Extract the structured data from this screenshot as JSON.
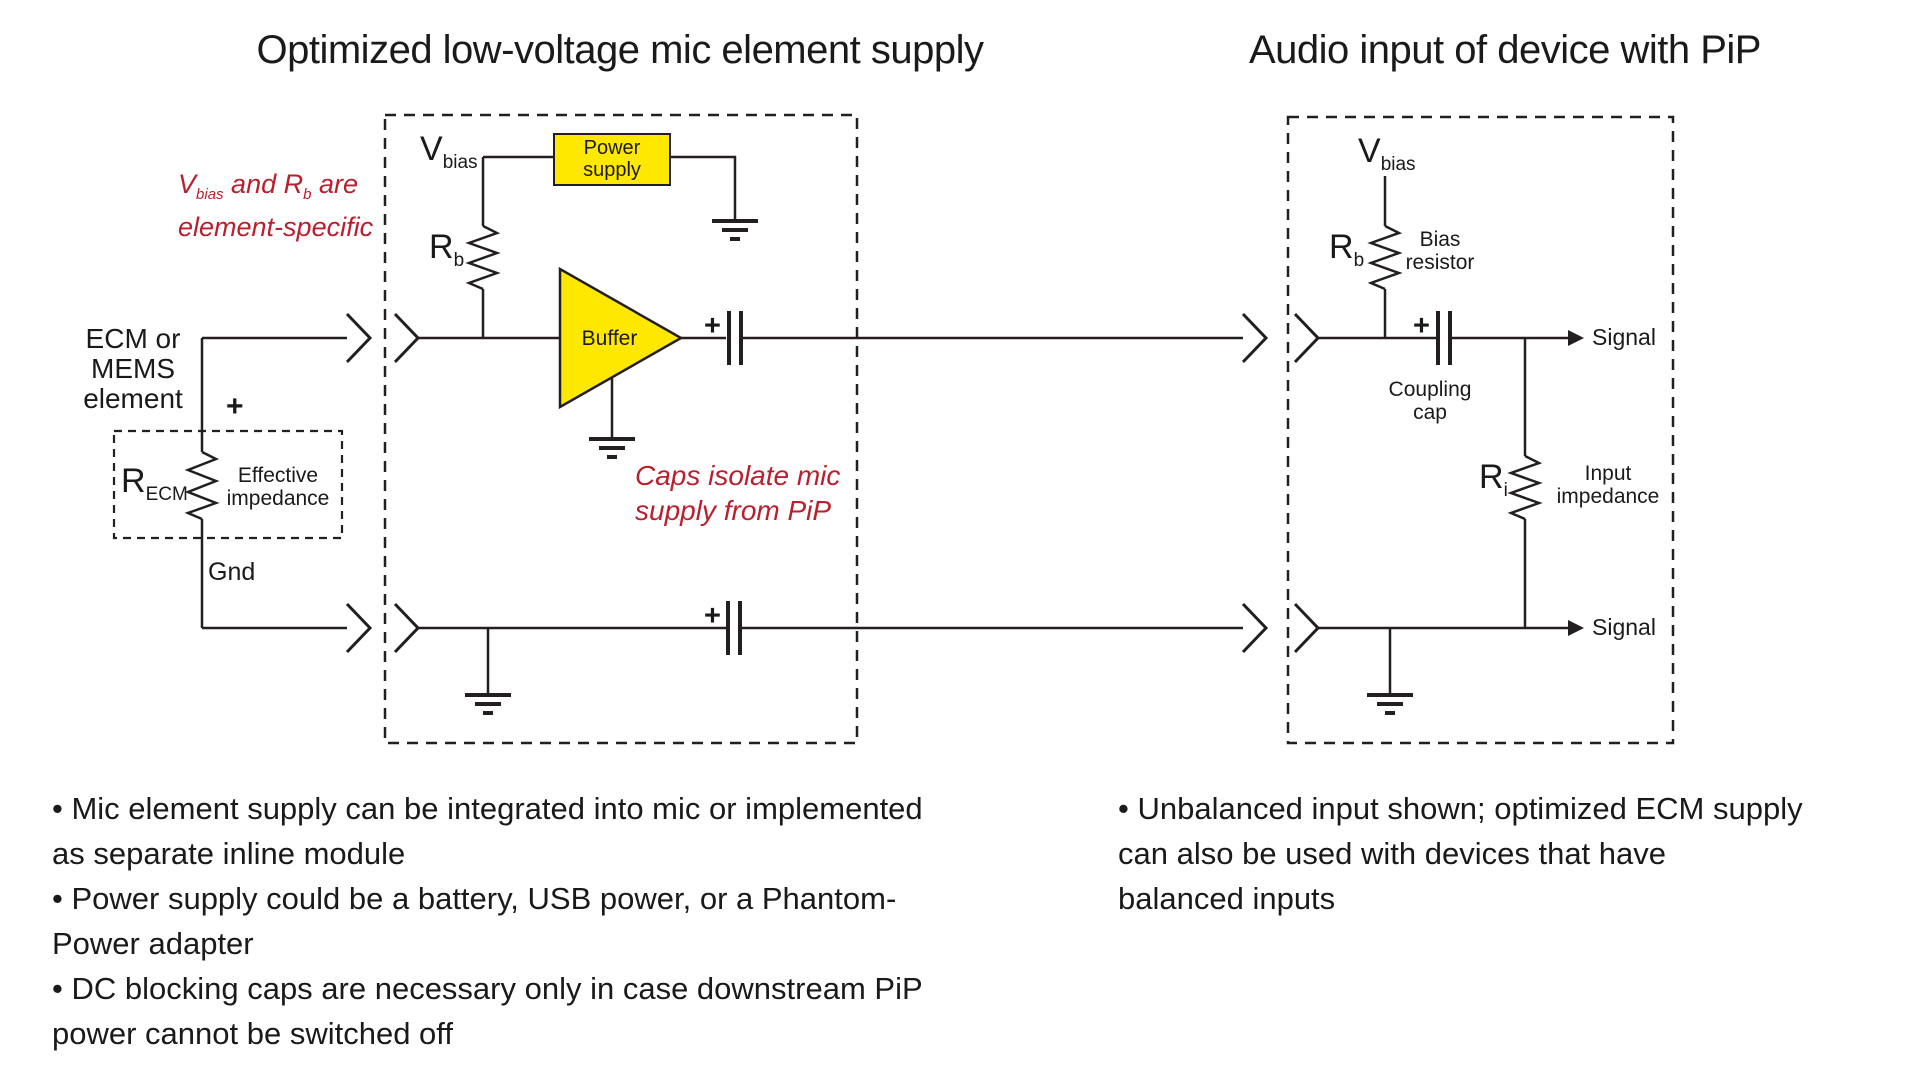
{
  "titles": {
    "left": "Optimized low-voltage mic element supply",
    "right": "Audio input of device with PiP"
  },
  "source_side": {
    "ecm_line1": "ECM or",
    "ecm_line2": "MEMS",
    "ecm_line3": "element",
    "plus": "+",
    "r_ecm": {
      "base": "R",
      "sub": "ECM"
    },
    "effective_impedance_line1": "Effective",
    "effective_impedance_line2": "impedance",
    "gnd": "Gnd"
  },
  "mic_supply_box": {
    "v_bias": {
      "base": "V",
      "sub": "bias"
    },
    "r_b": {
      "base": "R",
      "sub": "b"
    },
    "power_supply_line1": "Power",
    "power_supply_line2": "supply",
    "buffer": "Buffer",
    "cap_plus_top": "+",
    "cap_plus_bottom": "+"
  },
  "pip_box": {
    "v_bias": {
      "base": "V",
      "sub": "bias"
    },
    "r_b": {
      "base": "R",
      "sub": "b"
    },
    "bias_resistor_line1": "Bias",
    "bias_resistor_line2": "resistor",
    "cap_plus": "+",
    "coupling_cap_line1": "Coupling",
    "coupling_cap_line2": "cap",
    "signal_top": "Signal",
    "r_i": {
      "base": "R",
      "sub": "i"
    },
    "input_impedance_line1": "Input",
    "input_impedance_line2": "impedance",
    "signal_bottom": "Signal"
  },
  "annotations": {
    "element_specific": {
      "seg1": "V",
      "sub1": "bias",
      "seg2": " and R",
      "sub2": "b",
      "seg3": " are",
      "line2": "element-specific"
    },
    "caps_isolate_line1": "Caps isolate mic",
    "caps_isolate_line2": "supply from PiP"
  },
  "notes_left": [
    "• Mic element supply can be integrated into mic or implemented",
    "as separate inline module",
    "• Power supply could be a battery, USB power, or a Phantom-",
    "Power adapter",
    "• DC blocking caps are necessary only in case downstream PiP",
    "power cannot be switched off"
  ],
  "notes_right": [
    "• Unbalanced input shown; optimized ECM supply",
    "can also be used with devices that have",
    "balanced inputs"
  ],
  "colors": {
    "component_yellow": "#ffe800",
    "annotation_red": "#b91f2e",
    "line_black": "#231f20"
  }
}
